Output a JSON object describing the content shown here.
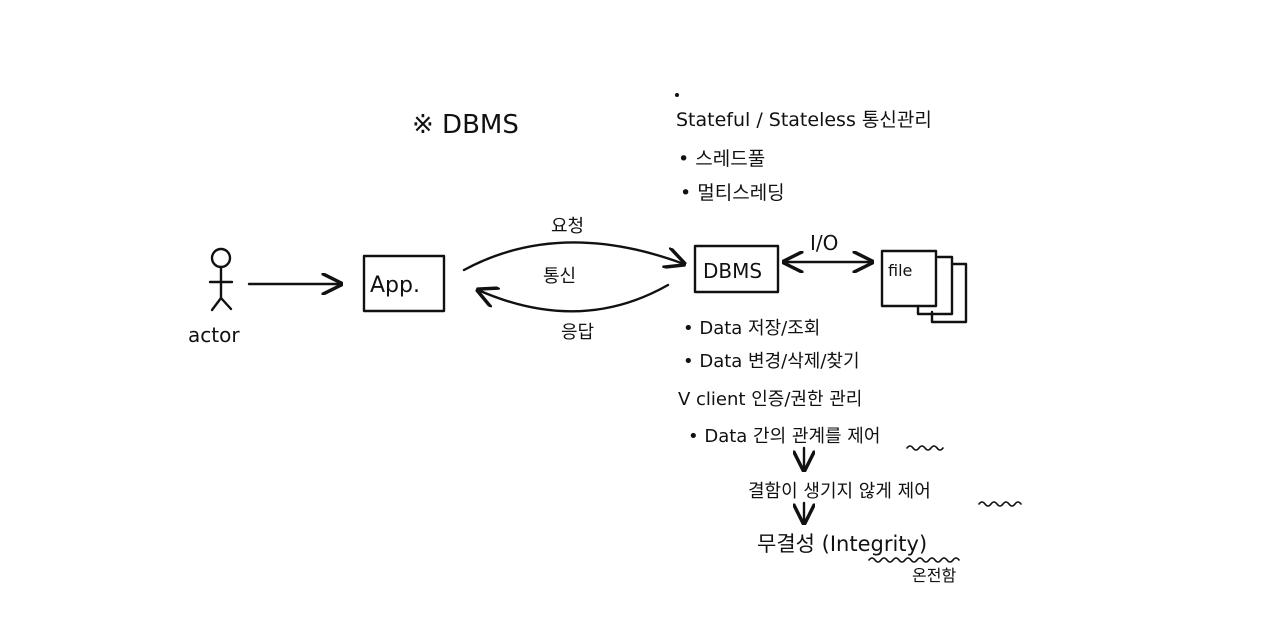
{
  "title": "※ DBMS",
  "top_notes": [
    "Stateful / Stateless 통신관리",
    "스레드풀",
    "멀티스레딩"
  ],
  "actor": {
    "label": "actor"
  },
  "nodes": {
    "app": "App.",
    "dbms": "DBMS",
    "file": "file"
  },
  "edges": {
    "request": "요청",
    "communication": "통신",
    "response": "응답",
    "io": "I/O"
  },
  "functions": [
    "• Data 저장/조회",
    "• Data 변경/삭제/찾기",
    "V client 인증/권한 관리",
    "• Data 간의 관계를 제어"
  ],
  "chain": {
    "step1": "결함이 생기지 않게 제어",
    "step2": "무결성 (Integrity)",
    "step2_note": "온전함"
  }
}
